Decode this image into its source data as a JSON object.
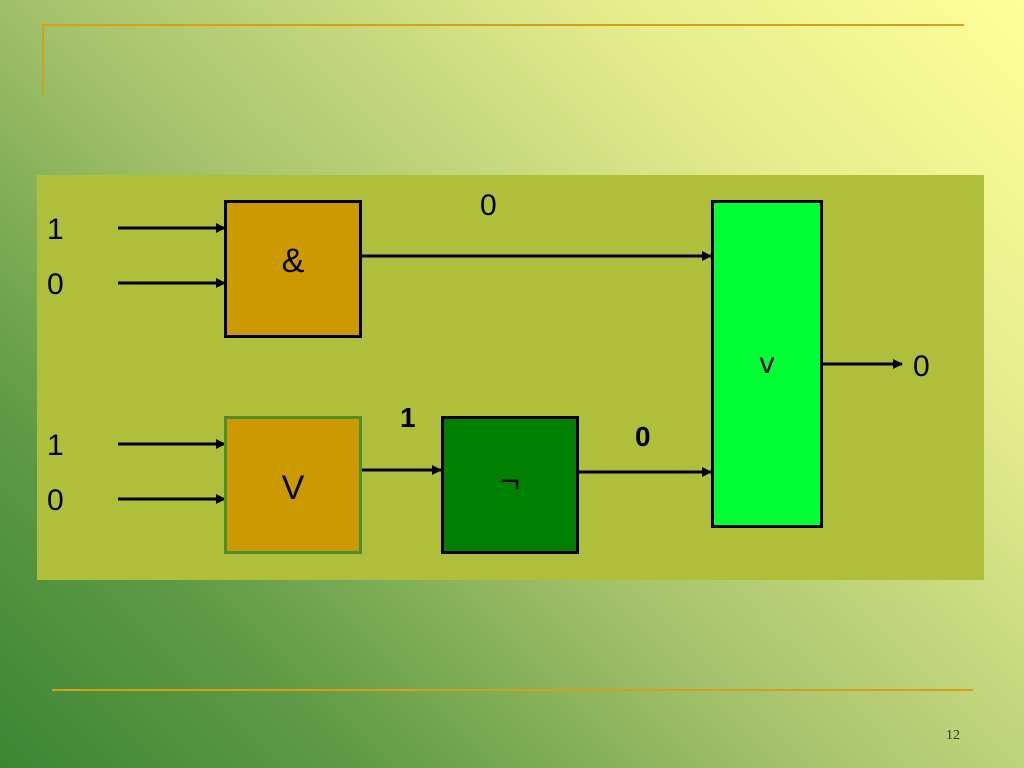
{
  "diagram": {
    "and_gate": {
      "symbol": "&",
      "inputs": [
        "1",
        "0"
      ],
      "output": "0"
    },
    "or_gate": {
      "symbol": "V",
      "inputs": [
        "1",
        "0"
      ],
      "output": "1"
    },
    "not_gate": {
      "symbol": "¬",
      "output": "0"
    },
    "final_or_gate": {
      "symbol": "v",
      "output": "0"
    }
  },
  "colors": {
    "panel": "#afbf3c",
    "and_gate": "#cc9900",
    "or_gate": "#cc9900",
    "not_gate": "#008000",
    "final_gate": "#00ff33",
    "accent_line": "#d4a017"
  },
  "footer": {
    "page_number": "12"
  }
}
